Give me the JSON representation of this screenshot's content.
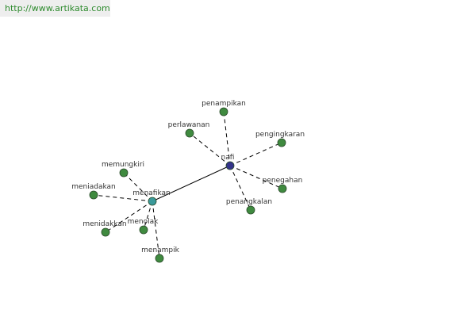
{
  "site_link": "http://www.artikata.com",
  "colors": {
    "edge": "#000000",
    "hub_main": "#34348a",
    "hub_secondary": "#3a9a9a",
    "leaf": "#3f8a3f",
    "node_stroke": "#2a4a2a"
  },
  "hubs": {
    "main": {
      "id": "nafi",
      "label": "nafi"
    },
    "secondary": {
      "id": "menafikan",
      "label": "menafikan"
    }
  },
  "hub_link": {
    "from": "nafi",
    "to": "menafikan",
    "style": "solid"
  },
  "leaves": [
    {
      "id": "penampikan",
      "label": "penampikan",
      "hub": "nafi"
    },
    {
      "id": "perlawanan",
      "label": "perlawanan",
      "hub": "nafi"
    },
    {
      "id": "pengingkaran",
      "label": "pengingkaran",
      "hub": "nafi"
    },
    {
      "id": "penegahan",
      "label": "penegahan",
      "hub": "nafi"
    },
    {
      "id": "penangkalan",
      "label": "penangkalan",
      "hub": "nafi"
    },
    {
      "id": "memungkiri",
      "label": "memungkiri",
      "hub": "menafikan"
    },
    {
      "id": "meniadakan",
      "label": "meniadakan",
      "hub": "menafikan"
    },
    {
      "id": "menidakkan",
      "label": "menidakkan",
      "hub": "menafikan"
    },
    {
      "id": "menolak",
      "label": "menolak",
      "hub": "menafikan"
    },
    {
      "id": "menampik",
      "label": "menampik",
      "hub": "menafikan"
    }
  ]
}
